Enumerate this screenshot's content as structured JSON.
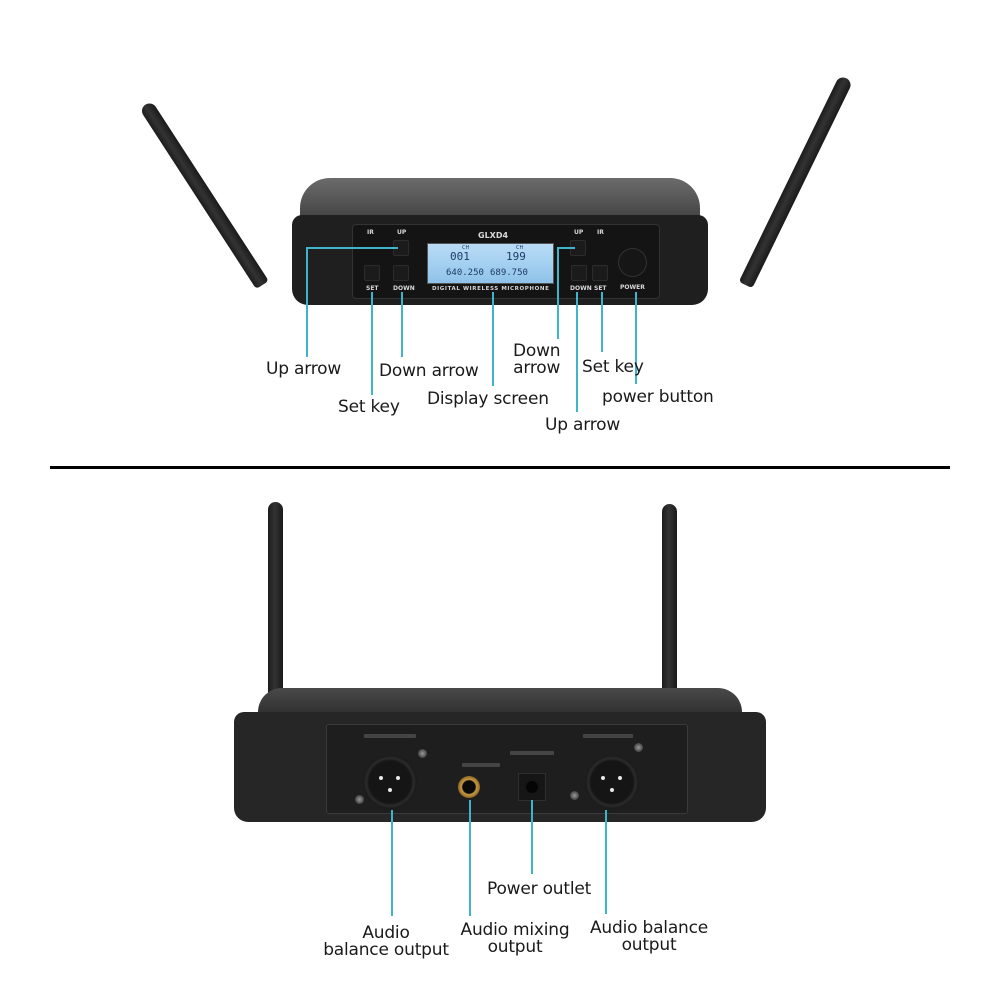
{
  "model": "GLXD4",
  "panel_caption": "Digital Wireless Microphone",
  "divider_color": "#000000",
  "leader_color": "#3fb4cc",
  "front": {
    "buttons": {
      "left_ir": "IR",
      "left_up": "UP",
      "left_set": "SET",
      "left_down": "DOWN",
      "right_up": "UP",
      "right_ir": "IR",
      "right_down": "DOWN",
      "right_set": "SET",
      "power": "POWER"
    },
    "lcd": {
      "ch_label": "CH",
      "ch_a": "001",
      "ch_b": "199",
      "freq_a": "640.250",
      "freq_b": "689.750"
    },
    "callouts": [
      {
        "id": "left-up",
        "label": "Up arrow",
        "points_to": "left UP button"
      },
      {
        "id": "left-set",
        "label": "Set key",
        "points_to": "left SET button"
      },
      {
        "id": "left-down",
        "label": "Down arrow",
        "points_to": "left DOWN button"
      },
      {
        "id": "display",
        "label": "Display screen",
        "points_to": "LCD"
      },
      {
        "id": "right-down",
        "label": "Down\narrow",
        "points_to": "right UP button",
        "label_mismatch": true
      },
      {
        "id": "right-set",
        "label": "Set key",
        "points_to": "right SET button"
      },
      {
        "id": "power",
        "label": "power button",
        "points_to": "POWER button"
      },
      {
        "id": "right-up",
        "label": "Up arrow",
        "points_to": "right DOWN button",
        "label_mismatch": true
      }
    ]
  },
  "rear": {
    "callouts": [
      {
        "id": "balance-left",
        "label": "Audio\nbalance output"
      },
      {
        "id": "mix",
        "label": "Audio mixing\noutput"
      },
      {
        "id": "power-outlet",
        "label": "Power outlet"
      },
      {
        "id": "balance-right",
        "label": "Audio balance\noutput"
      }
    ]
  }
}
